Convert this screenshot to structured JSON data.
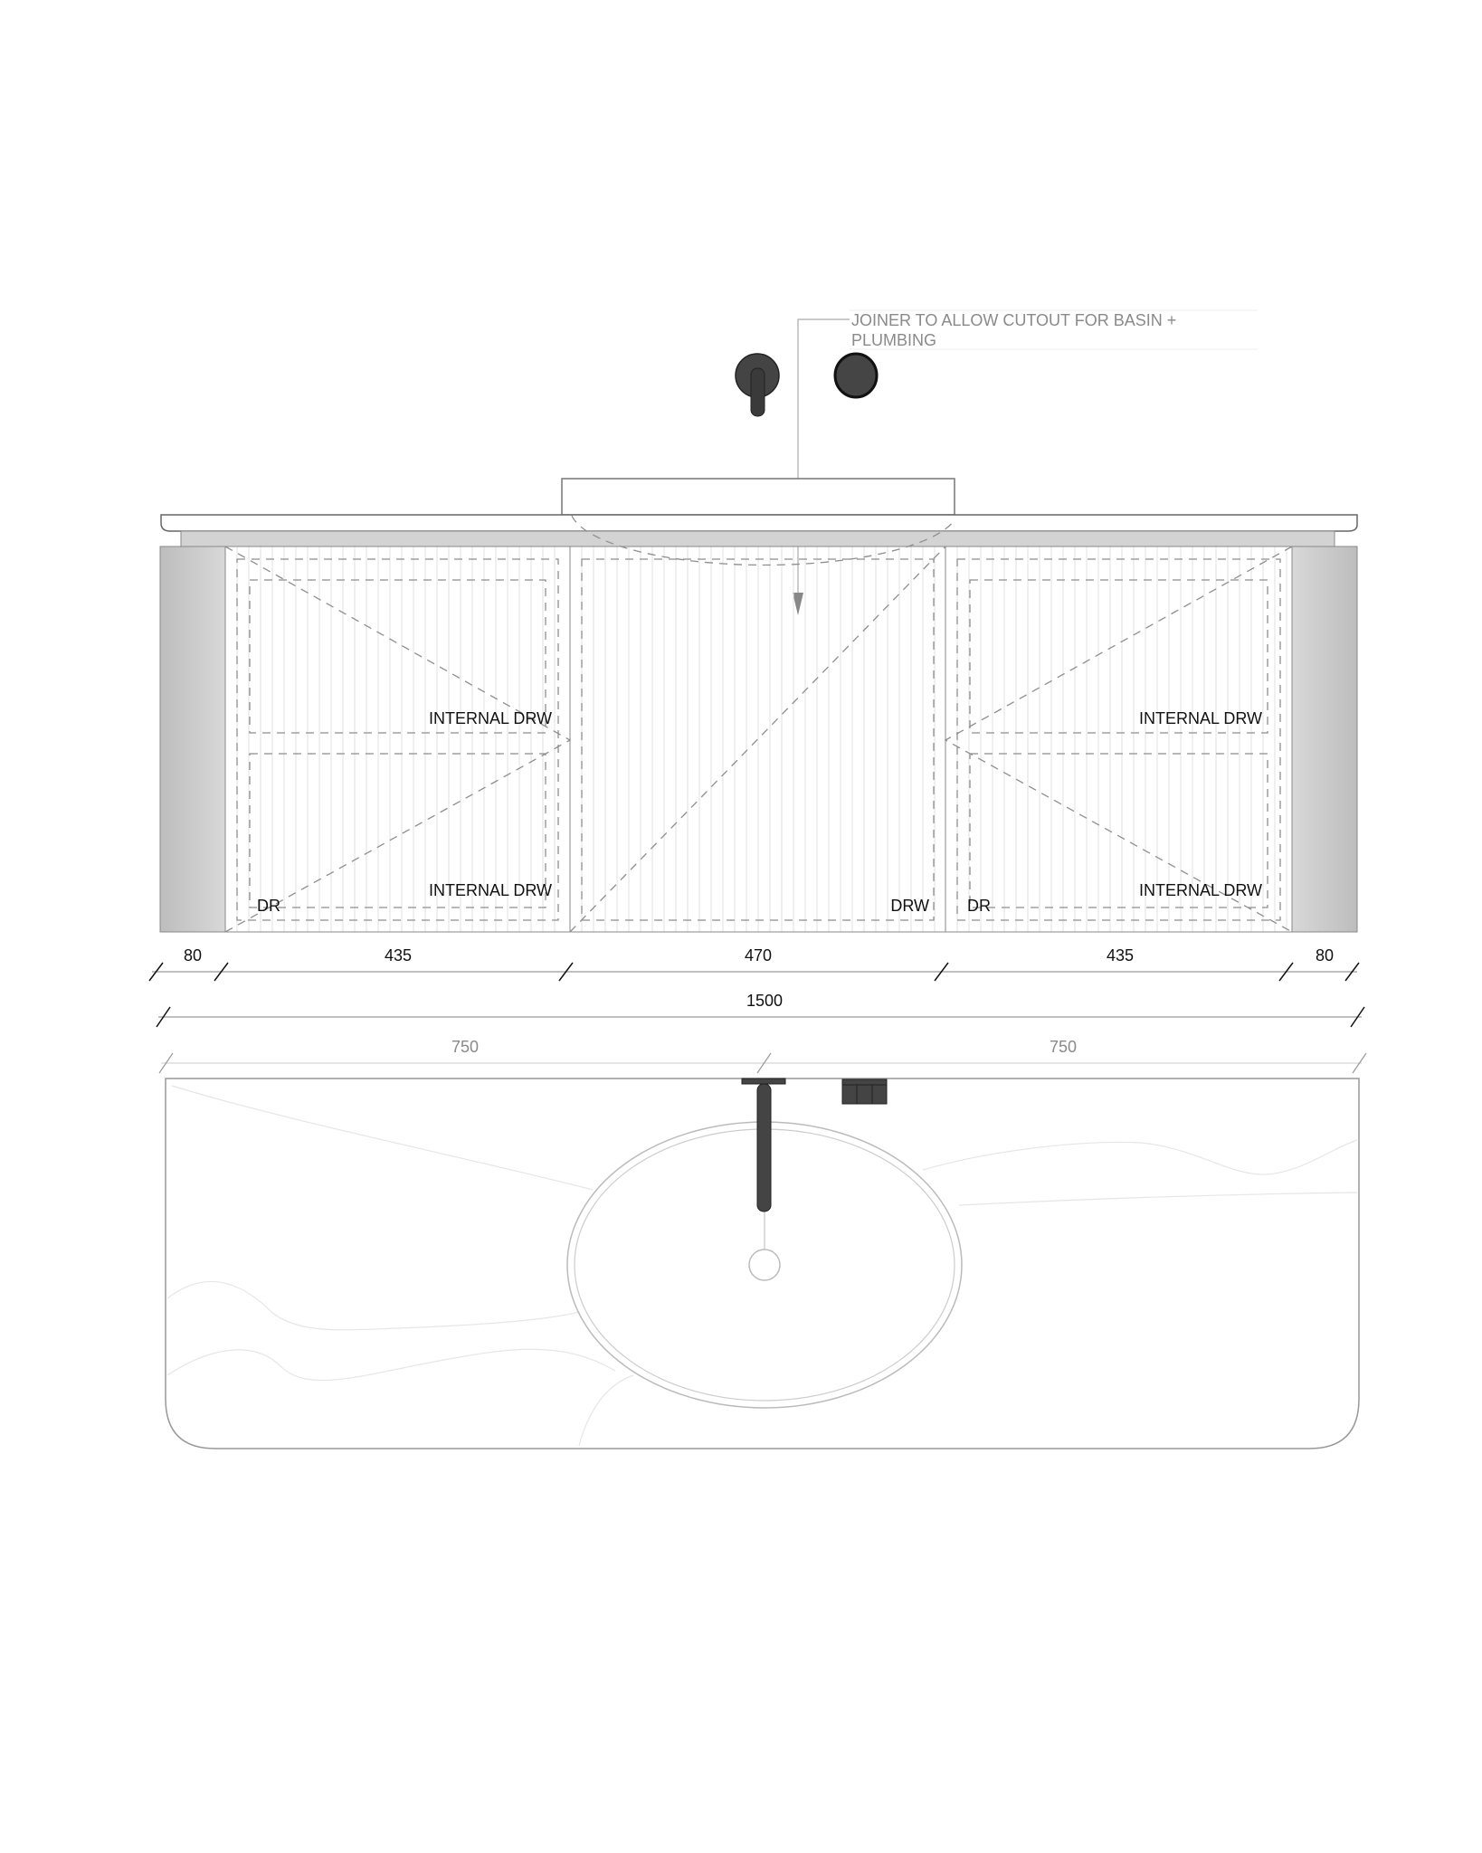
{
  "annotation": {
    "line1": "JOINER TO ALLOW CUTOUT FOR BASIN +",
    "line2": "PLUMBING"
  },
  "labels": {
    "left_upper": "INTERNAL DRW",
    "left_lower": "INTERNAL DRW",
    "left_door": "DR",
    "center_door": "DRW",
    "right_upper": "INTERNAL DRW",
    "right_lower": "INTERNAL DRW",
    "right_door": "DR"
  },
  "dimensions": {
    "row1": [
      "80",
      "435",
      "470",
      "435",
      "80"
    ],
    "overall": "1500",
    "halves": [
      "750",
      "750"
    ]
  },
  "colors": {
    "fixture": "#444444",
    "panel": "#c8c8c8",
    "line": "#8e8e8e"
  }
}
